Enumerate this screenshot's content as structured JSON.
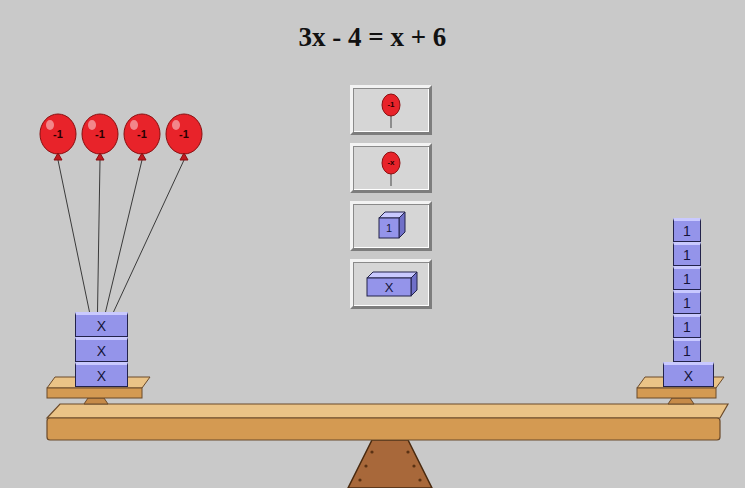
{
  "diagram": {
    "title": "3x - 4 = x + 6",
    "nodes": [
      {
        "text": [
          "-1"
        ]
      },
      {
        "text": [
          "-1"
        ]
      },
      {
        "text": [
          "-1"
        ]
      },
      {
        "text": [
          "-1"
        ]
      },
      {
        "text": [
          "-1"
        ]
      },
      {
        "text": [
          "-x"
        ]
      },
      {
        "text": [
          "1"
        ]
      },
      {
        "text": [
          "X"
        ]
      },
      {
        "text": [
          "X"
        ]
      },
      {
        "text": [
          "X"
        ]
      },
      {
        "text": [
          "X"
        ]
      },
      {
        "text": [
          "1"
        ]
      },
      {
        "text": [
          "1"
        ]
      },
      {
        "text": [
          "1"
        ]
      },
      {
        "text": [
          "1"
        ]
      },
      {
        "text": [
          "1"
        ]
      },
      {
        "text": [
          "1"
        ]
      },
      {
        "text": [
          "X"
        ]
      }
    ],
    "edges": [
      {
        "from": 0,
        "to": 8,
        "arrow": "none"
      },
      {
        "from": 1,
        "to": 8,
        "arrow": "none"
      },
      {
        "from": 2,
        "to": 8,
        "arrow": "none"
      },
      {
        "from": 3,
        "to": 8,
        "arrow": "none"
      }
    ]
  }
}
